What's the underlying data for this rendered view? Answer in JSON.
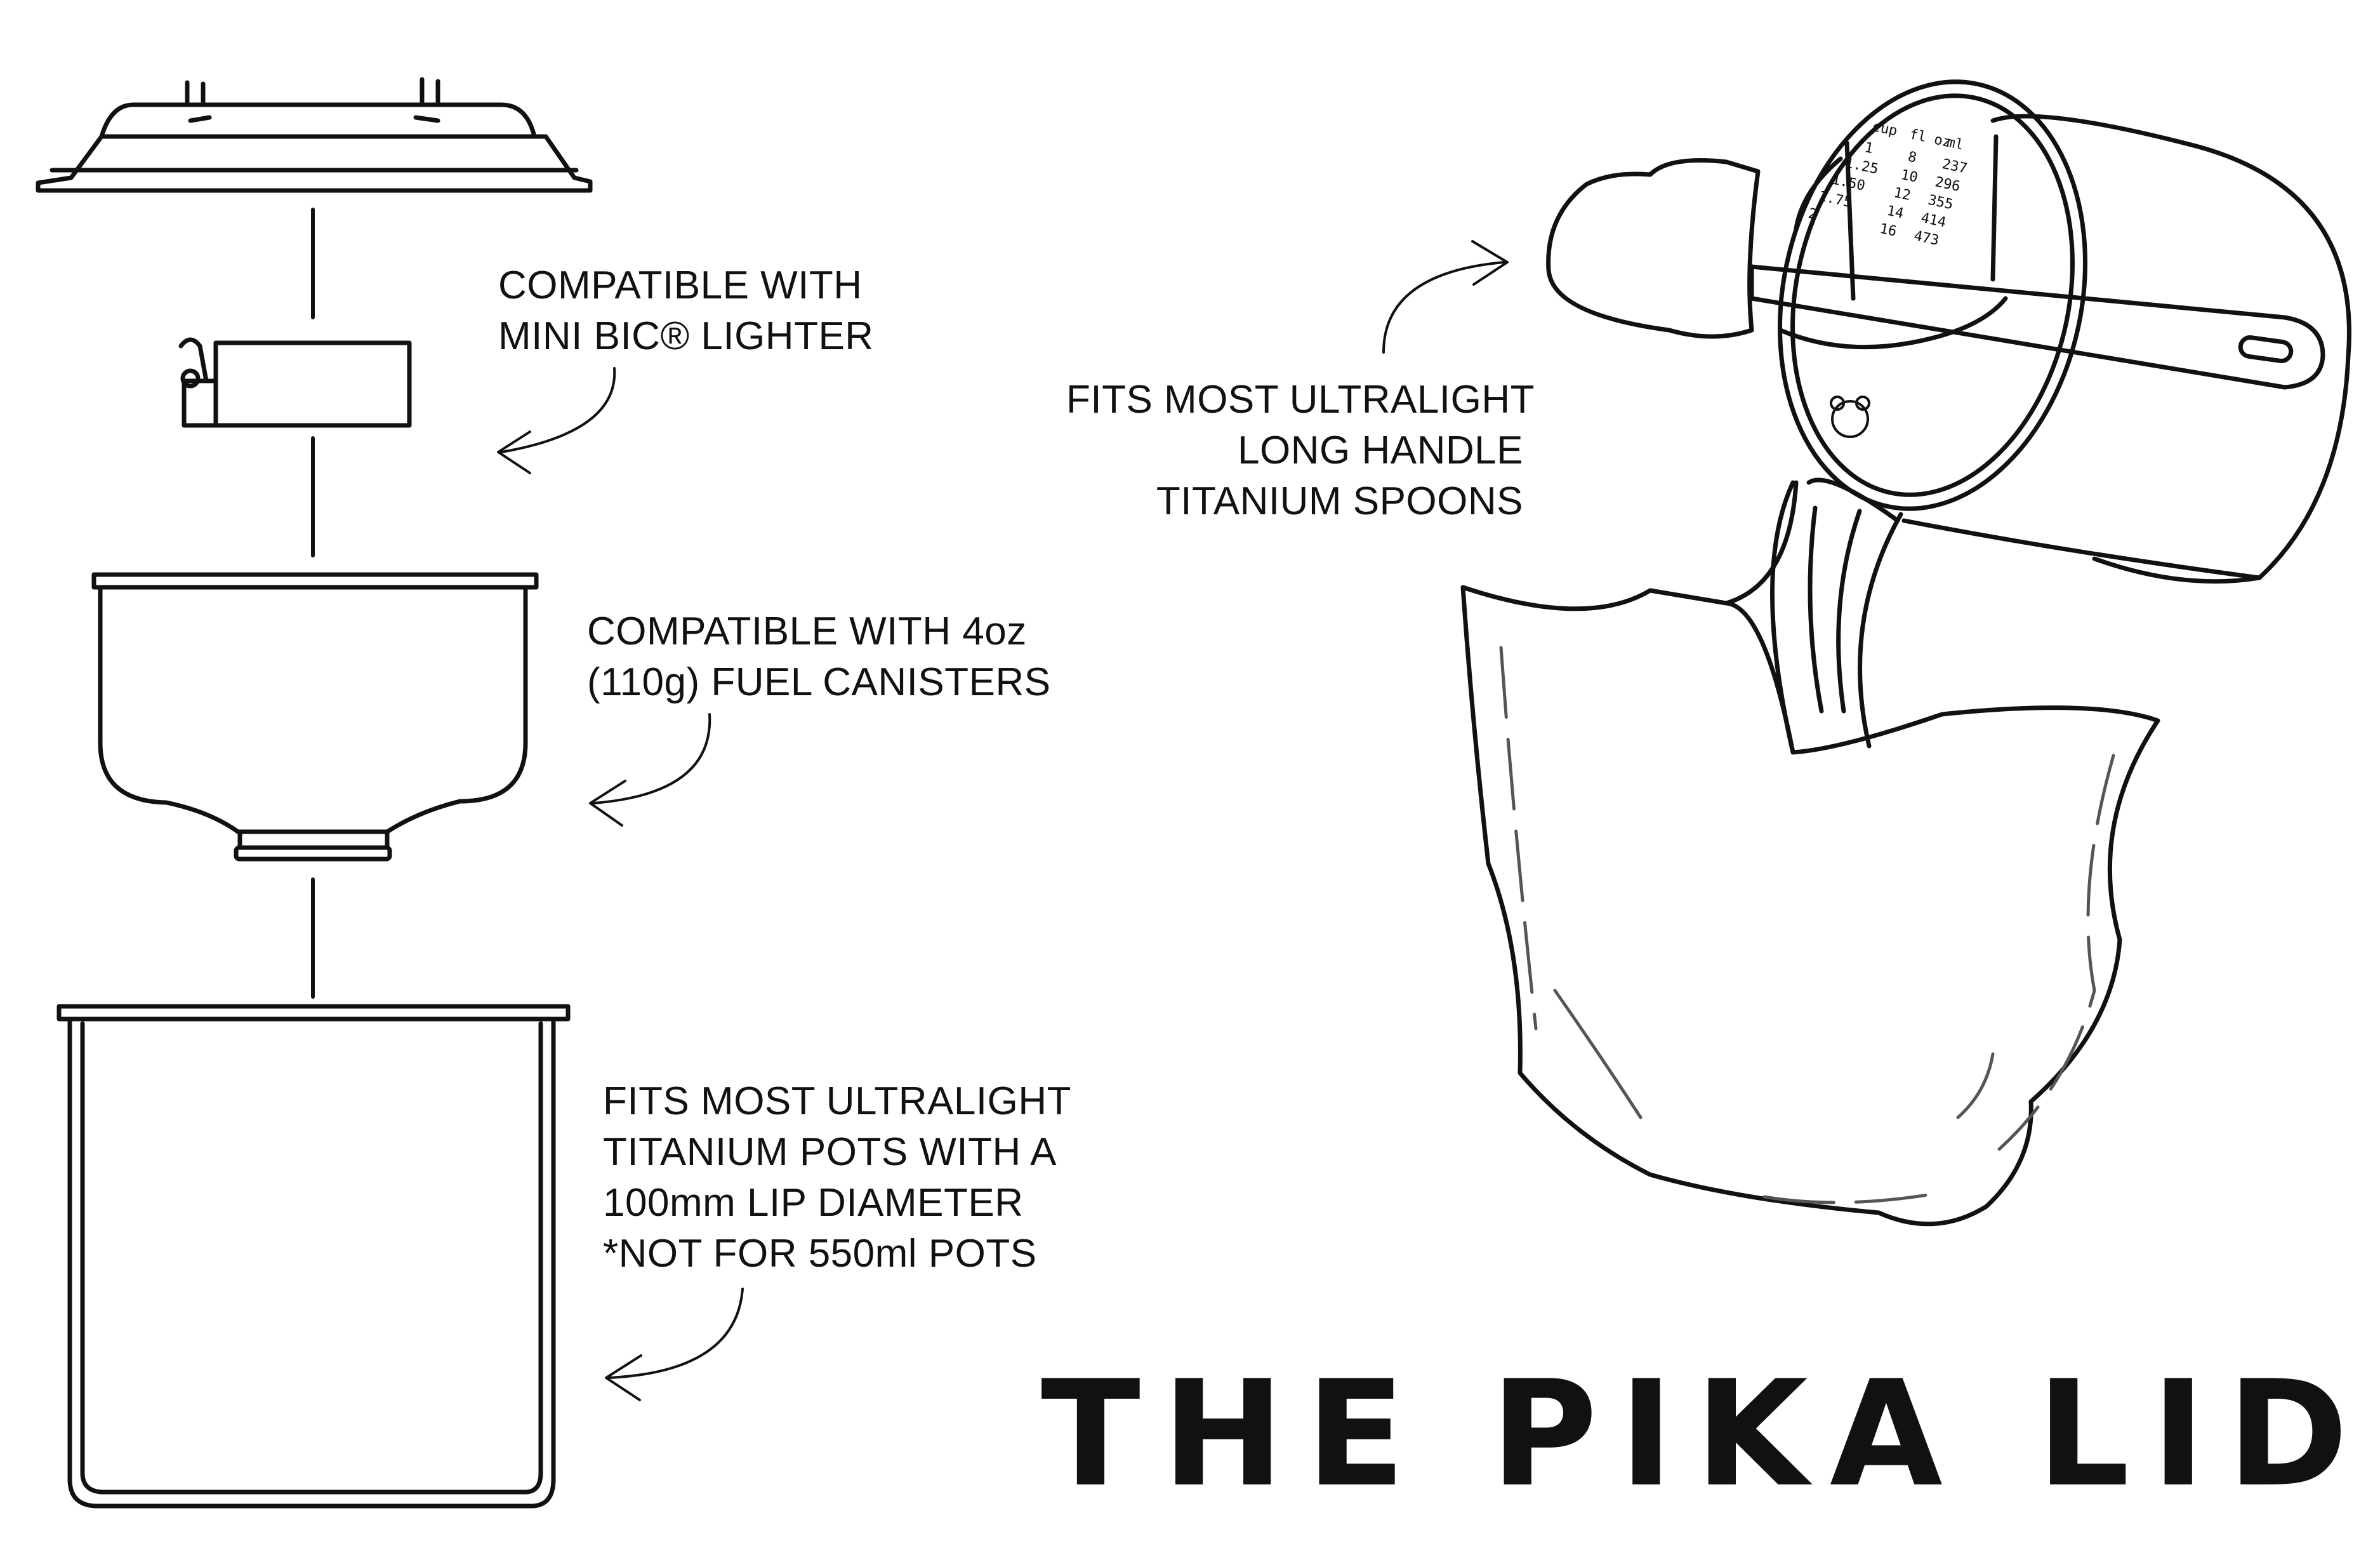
{
  "colors": {
    "stroke": "#111111",
    "background": "#ffffff",
    "marks": "#555555"
  },
  "callouts": {
    "lighter": [
      "COMPATIBLE WITH",
      "MINI BIC® LIGHTER"
    ],
    "canister": [
      "COMPATIBLE WITH 4oz",
      "(110g) FUEL CANISTERS"
    ],
    "pot": [
      "FITS MOST ULTRALIGHT",
      "TITANIUM POTS WITH A",
      "100mm LIP DIAMETER",
      "*NOT FOR 550ml POTS"
    ],
    "spoon": [
      "FITS MOST ULTRALIGHT",
      "LONG HANDLE",
      "TITANIUM SPOONS"
    ]
  },
  "title": {
    "word1": "THE",
    "word2": "PIKA LID"
  },
  "lid_scale": {
    "headers": [
      "cup",
      "fl oz",
      "ml"
    ],
    "rows": [
      [
        "1",
        "8",
        "237"
      ],
      [
        "1.25",
        "10",
        "296"
      ],
      [
        "1.50",
        "12",
        "355"
      ],
      [
        "1.75",
        "14",
        "414"
      ],
      [
        "2",
        "16",
        "473"
      ]
    ]
  },
  "icons": {
    "arrow": "curved-arrow-icon",
    "pika": "pika-face-icon"
  }
}
